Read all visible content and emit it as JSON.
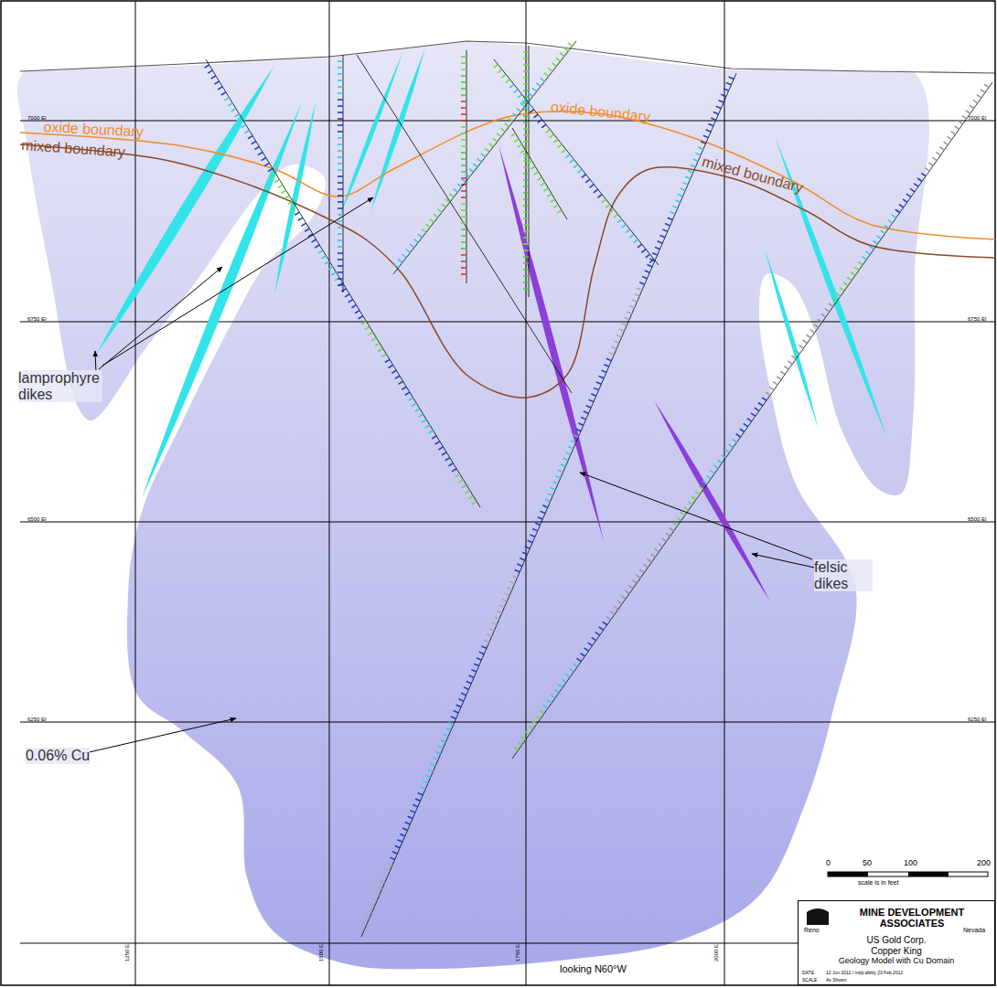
{
  "diagram": {
    "nodes": [
      {
        "text": [
          "MINE DEVELOPMENT ASSOCIATES",
          "Reno",
          "Nevada",
          "US Gold Corp.",
          "Copper King",
          "Geology Model with Cu Domain",
          "DATE",
          "12 Jun 2012 / mdp abbly 23 Feb 2012",
          "SCALE",
          "As Shown"
        ]
      }
    ],
    "labels": [
      "oxide boundary",
      "mixed boundary",
      "oxide boundary",
      "mixed boundary",
      "lamprophyre dikes",
      "felsic dikes",
      "0.06% Cu",
      "7000 El",
      "6750 El",
      "6500 El",
      "6250 El",
      "7000 El",
      "6750 El",
      "6500 El",
      "6250 El",
      "1250 E",
      "1500 E",
      "1750 E",
      "2000 E",
      "0",
      "50",
      "100",
      "200",
      "scale is in feet",
      "looking N60°W"
    ]
  }
}
